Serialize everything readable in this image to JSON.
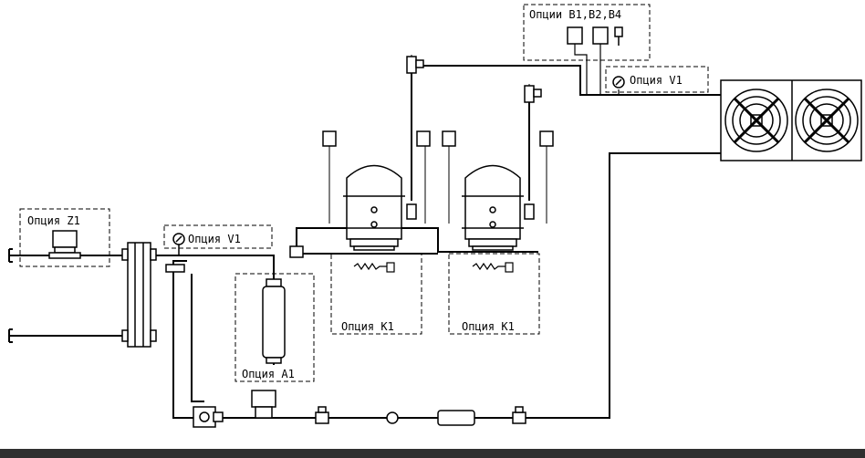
{
  "labels": {
    "option_z1": "Опция Z1",
    "option_v1_left": "Опция V1",
    "option_a1": "Опция A1",
    "option_k1_left": "Опция K1",
    "option_k1_right": "Опция K1",
    "option_b": "Опции B1,B2,B4",
    "option_v1_right": "Опция V1"
  },
  "colors": {
    "line": "#000000",
    "dash": "#000000",
    "bar": "#2f2f2f"
  },
  "icons": [
    "compressor-icon",
    "fan-icon",
    "gauge-icon",
    "pressure-switch-icon",
    "valve-icon",
    "filter-drier-icon",
    "sight-glass-icon",
    "solenoid-valve-icon",
    "heat-exchanger-icon",
    "receiver-icon"
  ]
}
